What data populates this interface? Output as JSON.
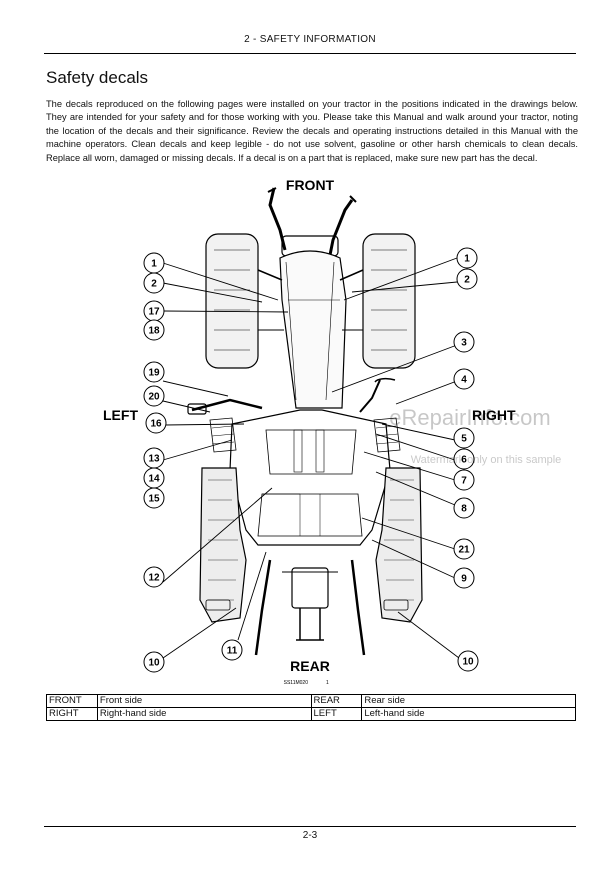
{
  "header": {
    "section": "2 - SAFETY INFORMATION"
  },
  "title": "Safety decals",
  "intro": "The decals reproduced on the following pages were installed on your tractor in the positions indicated in the drawings below. They are intended for your safety and for those working with you. Please take this Manual and walk around your tractor, noting the location of the decals and their significance. Review the decals and operating instructions detailed in this Manual with the machine operators. Clean decals and keep legible - do not use solvent, gasoline or other harsh chemicals to clean decals. Replace all worn, damaged or missing decals. If a decal is on a part that is replaced, make sure new part has the decal.",
  "diagram": {
    "front_label": "FRONT",
    "rear_label": "REAR",
    "left_label": "LEFT",
    "right_label": "RIGHT",
    "figure_ref": "SS11M020",
    "figure_number": "1",
    "watermark_main": "eRepairInfo.com",
    "watermark_sub": "Watermark only on this sample",
    "callouts": {
      "c1l": "1",
      "c2l": "2",
      "c17": "17",
      "c18": "18",
      "c19": "19",
      "c20": "20",
      "c16": "16",
      "c13": "13",
      "c14": "14",
      "c15": "15",
      "c12": "12",
      "c10l": "10",
      "c11": "11",
      "c1r": "1",
      "c2r": "2",
      "c3": "3",
      "c4": "4",
      "c5": "5",
      "c6": "6",
      "c7": "7",
      "c8": "8",
      "c21": "21",
      "c9": "9",
      "c10r": "10"
    }
  },
  "legend": [
    [
      "FRONT",
      "Front side",
      "REAR",
      "Rear side"
    ],
    [
      "RIGHT",
      "Right-hand side",
      "LEFT",
      "Left-hand side"
    ]
  ],
  "footer": {
    "page": "2-3"
  }
}
